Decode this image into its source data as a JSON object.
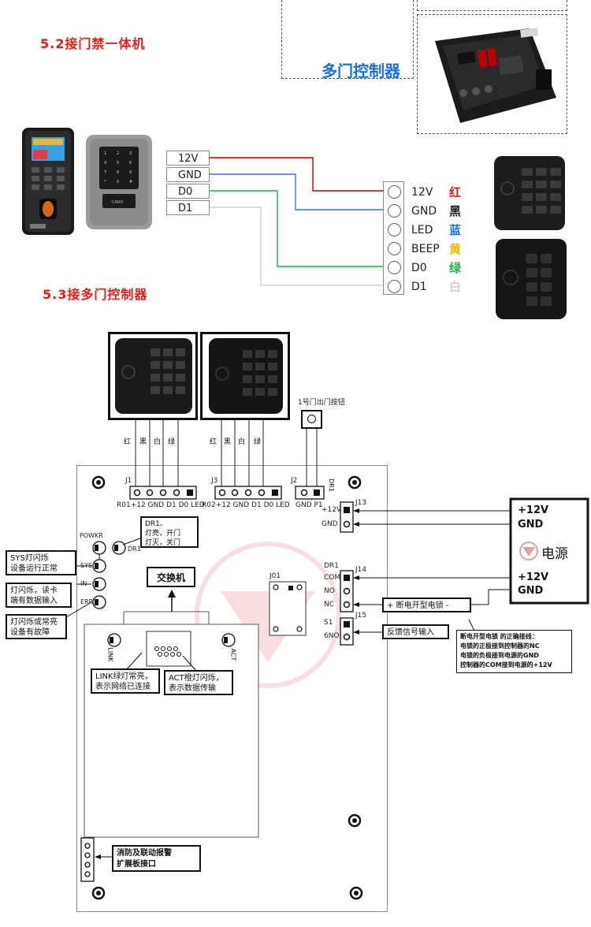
{
  "top": {
    "multi_door_label": "多门控制器"
  },
  "section_52": {
    "title": "5.2接门禁一体机",
    "terminal_labels": [
      "12V",
      "GND",
      "D0",
      "D1"
    ],
    "reader_pins": [
      {
        "label": "12V",
        "color_name": "红",
        "color": "#e0201c"
      },
      {
        "label": "GND",
        "color_name": "黑",
        "color": "#222222"
      },
      {
        "label": "LED",
        "color_name": "蓝",
        "color": "#1e6fd6"
      },
      {
        "label": "BEEP",
        "color_name": "黄",
        "color": "#e8b800"
      },
      {
        "label": "D0",
        "color_name": "绿",
        "color": "#22b14c"
      },
      {
        "label": "D1",
        "color_name": "白",
        "color": "#cfcfcf"
      }
    ],
    "wire_colors": {
      "v12": "#c00000",
      "gnd": "#3b6fd6",
      "d0": "#22b14c",
      "d1": "#cfcfcf"
    }
  },
  "section_53": {
    "title": "5.3接多门控制器",
    "exit_button_label": "1号门出门按钮",
    "reader1_wires": [
      "红",
      "黑",
      "白",
      "绿"
    ],
    "reader2_wires": [
      "红",
      "黑",
      "白",
      "绿"
    ],
    "j1": {
      "name": "J1",
      "pins": "R01+12 GND D1 D0 LED"
    },
    "j3": {
      "name": "J3",
      "pins": "R02+12 GND D1 D0 LED"
    },
    "j2": {
      "name": "J2",
      "pins": "GND P1",
      "side": "DR1"
    },
    "j13": {
      "name": "J13",
      "pins": [
        "+12V",
        "GND"
      ]
    },
    "j14": {
      "name": "J14",
      "header": "DR1",
      "pins": [
        "COM",
        "NO",
        "NC"
      ]
    },
    "j15": {
      "name": "J15",
      "pins": [
        "S1",
        "6NO"
      ]
    },
    "j01": "J01",
    "leds": [
      "POWKR",
      "SYS",
      "IN",
      "ERR"
    ],
    "dr1_led": "DR1",
    "dr1_note": [
      "DR1、",
      "灯亮，开门",
      "灯灭，关门"
    ],
    "sys_note": [
      "SYS灯闪烁",
      "设备运行正常"
    ],
    "in_note": [
      "灯闪烁，读卡",
      "端有数据输入"
    ],
    "err_note": [
      "灯闪烁或常亮",
      "设备有故障"
    ],
    "switch_label": "交换机",
    "link_label": "LINK",
    "act_label": "ACT",
    "link_note": [
      "LINK绿灯常亮，",
      "表示网络已连接"
    ],
    "act_note": [
      "ACT橙灯闪烁，",
      "表示数据传输"
    ],
    "power": {
      "top_v": "+12V",
      "top_g": "GND",
      "name": "电源",
      "bot_v": "+12V",
      "bot_g": "GND"
    },
    "lock_label": "断电开型电锁",
    "lock_plus": "+",
    "lock_minus": "-",
    "feedback_label": "反馈信号输入",
    "lock_note": [
      "断电开型电锁 的正确接线：",
      "电锁的正极接到控制器的NC",
      "电锁的负极接到电源的GND",
      "控制器的COM接到电源的+12V"
    ],
    "fire_label": [
      "消防及联动报警",
      "扩展板接口"
    ]
  }
}
